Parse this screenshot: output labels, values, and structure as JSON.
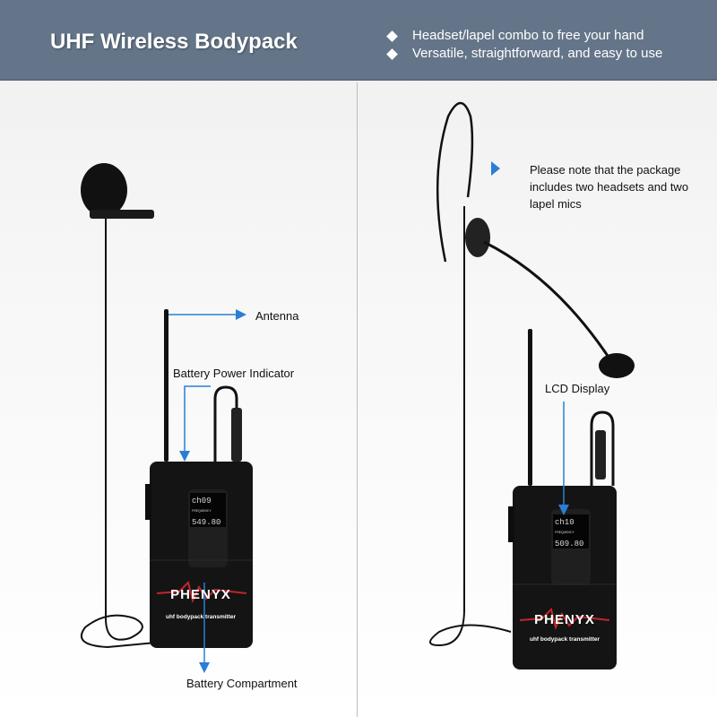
{
  "header": {
    "title": "UHF Wireless Bodypack",
    "bullets": [
      "Headset/lapel combo to free your hand",
      "Versatile, straightforward, and easy to use"
    ]
  },
  "note": "Please note that the package includes two headsets and two lapel mics",
  "callouts": {
    "antenna": "Antenna",
    "battery_indicator": "Battery Power Indicator",
    "battery_compartment": "Battery Compartment",
    "lcd_display": "LCD Display"
  },
  "devices": [
    {
      "brand": "PHENYX",
      "subtitle": "uhf bodypack transmitter",
      "channel": "ch09",
      "frequency_label": "FREQUENCY",
      "frequency": "549.80"
    },
    {
      "brand": "PHENYX",
      "subtitle": "uhf bodypack transmitter",
      "channel": "ch10",
      "frequency_label": "FREQUENCY",
      "frequency": "509.80"
    }
  ],
  "colors": {
    "header": "#647589",
    "arrow": "#2a7fd4",
    "accent_red": "#c0262d"
  }
}
